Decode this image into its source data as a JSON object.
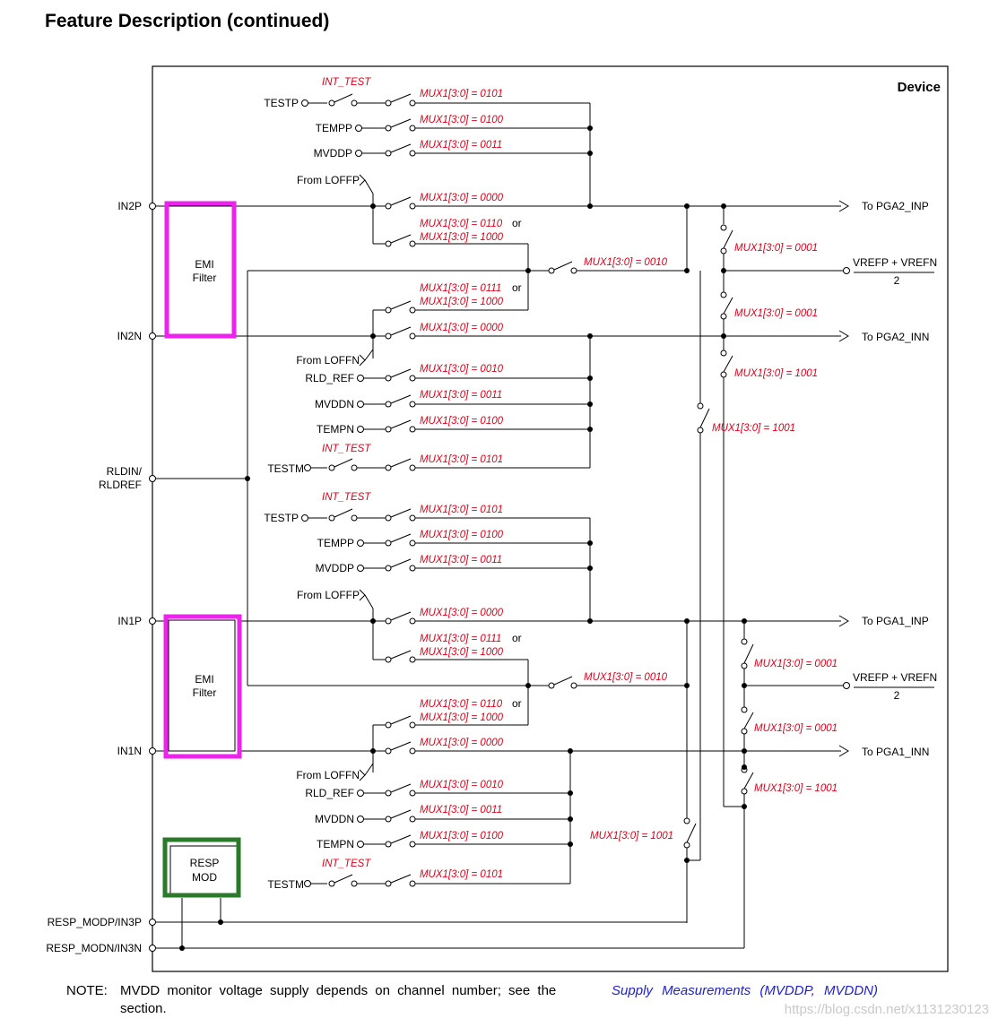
{
  "page_title": "Feature Description (continued)",
  "device_label": "Device",
  "pins": {
    "in2p": "IN2P",
    "in2n": "IN2N",
    "rldin_1": "RLDIN/",
    "rldin_2": "RLDREF",
    "in1p": "IN1P",
    "in1n": "IN1N",
    "resp_modp": "RESP_MODP/IN3P",
    "resp_modn": "RESP_MODN/IN3N"
  },
  "blocks": {
    "emi_1": "EMI",
    "emi_2": "Filter",
    "resp_1": "RESP",
    "resp_2": "MOD"
  },
  "inputs": {
    "testp": "TESTP",
    "tempp": "TEMPP",
    "mvddp": "MVDDP",
    "from_loffp": "From LOFFP",
    "from_loffn": "From LOFFN",
    "rld_ref": "RLD_REF",
    "mvddn": "MVDDN",
    "tempn": "TEMPN",
    "testm": "TESTM",
    "int_test": "INT_TEST"
  },
  "outputs": {
    "pga2_inp": "To PGA2_INP",
    "pga2_inn": "To PGA2_INN",
    "pga1_inp": "To PGA1_INP",
    "pga1_inn": "To PGA1_INN",
    "vref_num": "VREFP + VREFN",
    "vref_den": "2"
  },
  "mux_labels": {
    "m0101": "MUX1[3:0] = 0101",
    "m0100": "MUX1[3:0] = 0100",
    "m0011": "MUX1[3:0] = 0011",
    "m0000": "MUX1[3:0] = 0000",
    "m0110": "MUX1[3:0] = 0110",
    "m0111": "MUX1[3:0] = 0111",
    "m1000": "MUX1[3:0] = 1000",
    "m0010": "MUX1[3:0] = 0010",
    "m0001": "MUX1[3:0] = 0001",
    "m1001": "MUX1[3:0] = 1001",
    "or": "or"
  },
  "note": {
    "head": "NOTE:",
    "text_before": "MVDD monitor voltage supply depends on channel number; see the",
    "link": "Supply Measurements (MVDDP, MVDDN)",
    "text_after": "section."
  },
  "watermark": "https://blog.csdn.net/x1131230123",
  "colors": {
    "mux_text": "#e0001c",
    "emi_highlight": "#ee22ee",
    "resp_highlight": "#2a7a2a",
    "link": "#1f1fcf"
  }
}
